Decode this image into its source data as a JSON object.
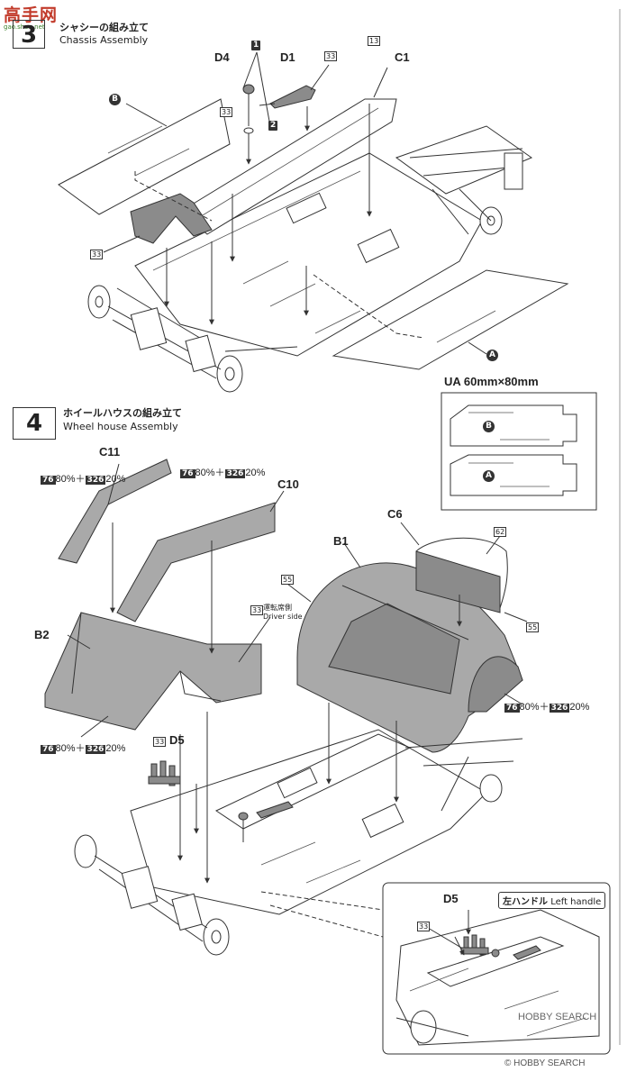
{
  "watermark_top": {
    "big": "高手网",
    "small": "gao.shou.net"
  },
  "step3": {
    "number": "3",
    "title_jp": "シャシーの組み立て",
    "title_en": "Chassis Assembly",
    "labels": {
      "b": "B",
      "a": "A",
      "d4": "D4",
      "d1": "D1",
      "c1": "C1",
      "p1": "1",
      "p2": "2",
      "p13": "13",
      "p33a": "33",
      "p33b": "33",
      "p33c": "33"
    }
  },
  "ua_box": {
    "title": "UA 60mm×80mm",
    "b": "B",
    "a": "A"
  },
  "step4": {
    "number": "4",
    "title_jp": "ホイールハウスの組み立て",
    "title_en": "Wheel house Assembly",
    "labels": {
      "c11": "C11",
      "c10": "C10",
      "b2": "B2",
      "b1": "B1",
      "c6": "C6",
      "d5": "D5",
      "p55a": "55",
      "p55b": "55",
      "p62": "62",
      "p33_driver": "33",
      "p33_d5": "33",
      "driver_jp": "運転席側",
      "driver_en": "Driver side"
    },
    "paint": {
      "c1": "76",
      "c2": "326",
      "t1": "80%＋",
      "t2": "20%"
    }
  },
  "inset": {
    "handle_jp": "左ハンドル",
    "handle_en": "Left handle",
    "d5": "D5",
    "p33": "33"
  },
  "footer": {
    "watermark1": "HOBBY SEARCH",
    "watermark2": "© HOBBY SEARCH"
  },
  "colors": {
    "part_gray": "#a9a9a9",
    "part_dark": "#8b8b8b",
    "line": "#333333",
    "watermark_red": "#c23b2b"
  }
}
